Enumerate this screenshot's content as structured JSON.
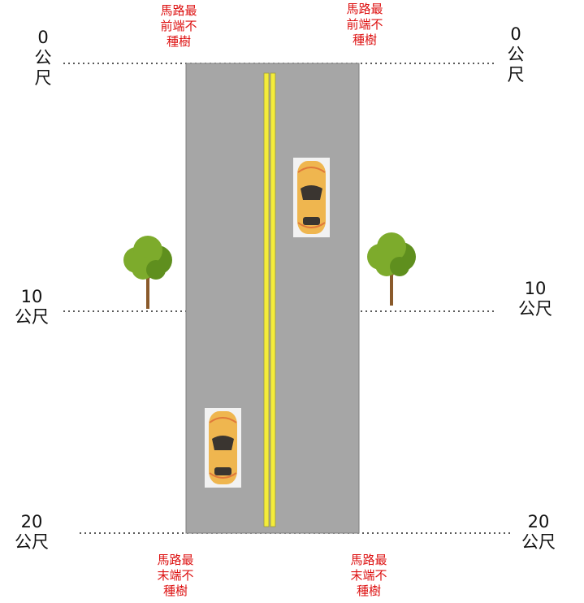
{
  "colors": {
    "road": "#a6a6a6",
    "road_edge": "#7d7d7d",
    "center_line": "#f4ec3a",
    "note_text": "#dd1111",
    "car_body": "#efb64f",
    "car_glass": "#3a3530",
    "tree_leaf": "#7dab2c",
    "tree_trunk": "#8a5a2b"
  },
  "distance_markers": {
    "left_0": [
      "0",
      "公",
      "尺"
    ],
    "right_0": [
      "0",
      "公",
      "尺"
    ],
    "left_10": [
      "10",
      "公尺"
    ],
    "right_10": [
      "10",
      "公尺"
    ],
    "left_20": [
      "20",
      "公尺"
    ],
    "right_20": [
      "20",
      "公尺"
    ]
  },
  "notes": {
    "top_left": [
      "馬路最",
      "前端不",
      "種樹"
    ],
    "top_right": [
      "馬路最",
      "前端不",
      "種樹"
    ],
    "bottom_left": [
      "馬路最",
      "末端不",
      "種樹"
    ],
    "bottom_right": [
      "馬路最",
      "末端不",
      "種樹"
    ]
  },
  "icons": {
    "car": "car-top-view-icon",
    "tree": "tree-icon"
  }
}
